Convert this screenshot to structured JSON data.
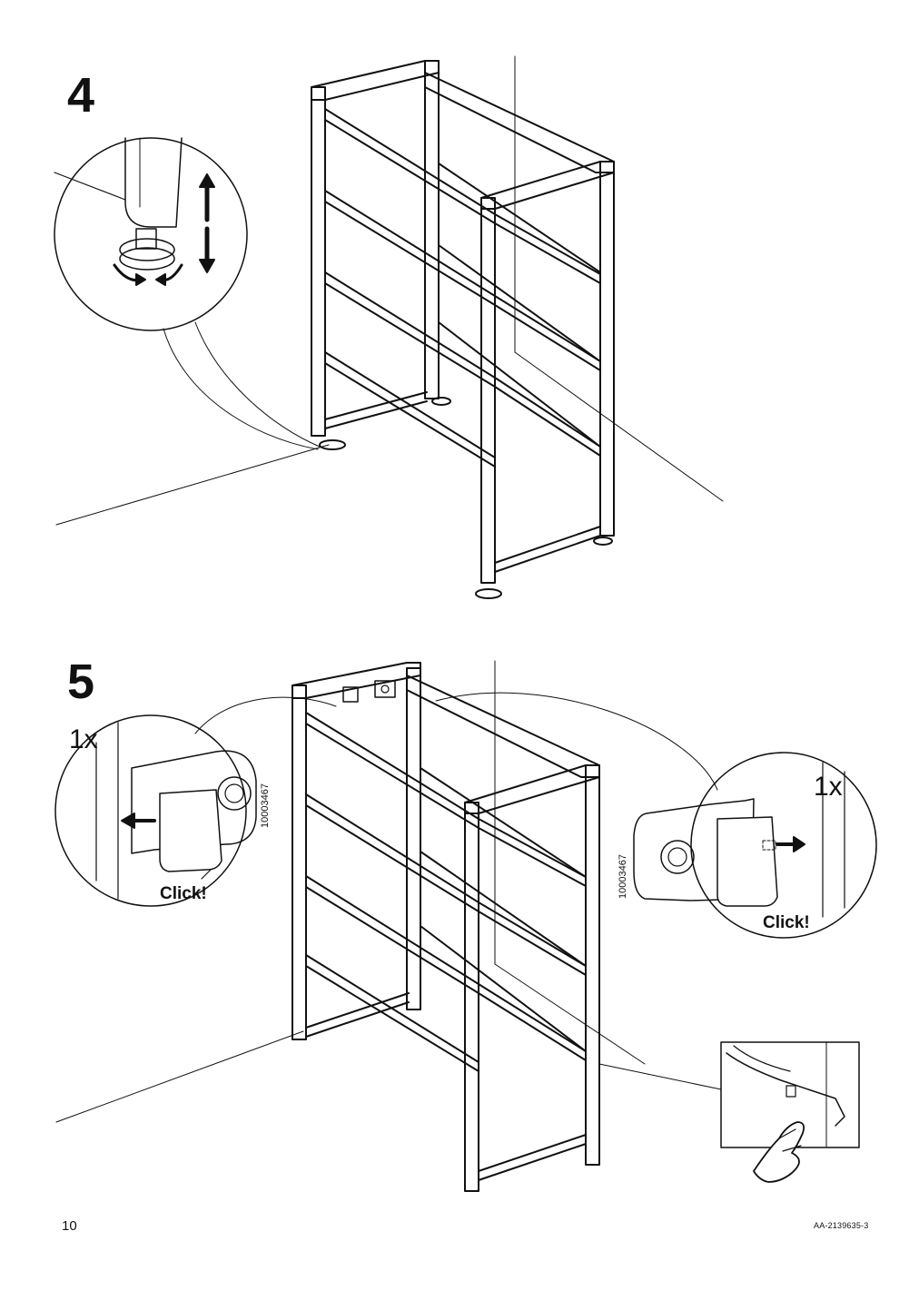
{
  "steps": [
    {
      "number": "4"
    },
    {
      "number": "5",
      "left_callout": {
        "quantity": "1x",
        "part_number": "10003467",
        "sound": "Click!"
      },
      "right_callout": {
        "quantity": "1x",
        "part_number": "10003467",
        "sound": "Click!"
      }
    }
  ],
  "footer": {
    "page_number": "10",
    "document_id": "AA-2139635-3"
  }
}
